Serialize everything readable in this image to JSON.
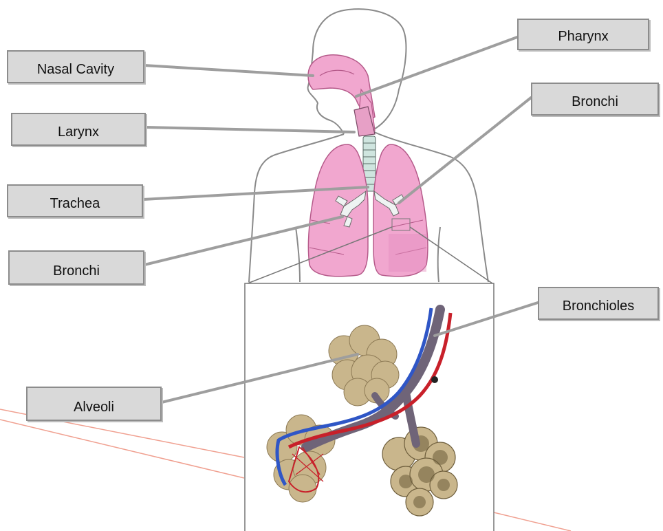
{
  "labels": {
    "nasal_cavity": "Nasal Cavity",
    "pharynx": "Pharynx",
    "larynx": "Larynx",
    "bronchi_right": "Bronchi",
    "trachea": "Trachea",
    "bronchi_left": "Bronchi",
    "bronchioles": "Bronchioles",
    "alveoli": "Alveoli"
  },
  "colors": {
    "label_fill": "#d9d9d9",
    "label_border": "#8c8c8c",
    "leader_line": "#9e9e9e",
    "lung_pink": "#f1a7cf",
    "body_outline": "#8a8a8a",
    "artery_red": "#c8202a",
    "vein_blue": "#2f56c6",
    "alveoli_tan": "#c9b68c",
    "guide_line": "#f0a090"
  }
}
